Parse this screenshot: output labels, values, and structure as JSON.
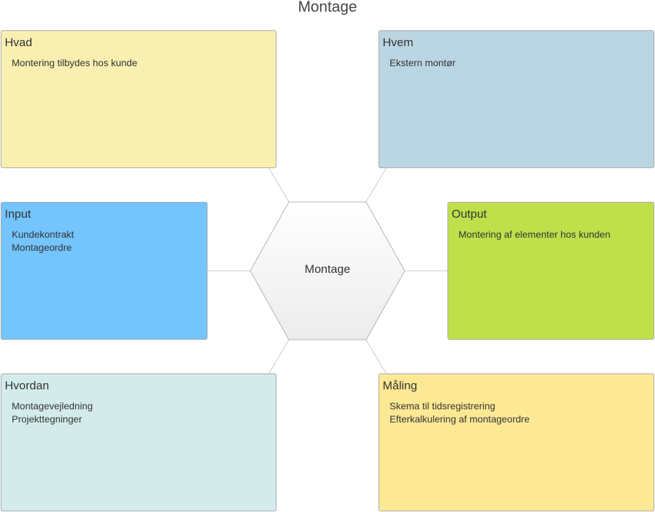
{
  "title": "Montage",
  "center": {
    "label": "Montage"
  },
  "boxes": {
    "hvad": {
      "heading": "Hvad",
      "items": [
        "Montering tilbydes hos kunde"
      ],
      "color": "#f8efb1"
    },
    "hvem": {
      "heading": "Hvem",
      "items": [
        "Ekstern montør"
      ],
      "color": "#bad6e2"
    },
    "input": {
      "heading": "Input",
      "items": [
        "Kundekontrakt",
        "Montageordre"
      ],
      "color": "#74c4fd"
    },
    "output": {
      "heading": "Output",
      "items": [
        "Montering af elementer hos kunden"
      ],
      "color": "#bfe04a"
    },
    "hvordan": {
      "heading": "Hvordan",
      "items": [
        "Montagevejledning",
        "Projekttegninger"
      ],
      "color": "#d3eceb"
    },
    "maaling": {
      "heading": "Måling",
      "items": [
        "Skema til tidsregistrering",
        "Efterkalkulering af montageordre"
      ],
      "color": "#fde994"
    }
  },
  "colors": {
    "connector": "#c8c8c8",
    "hex_border": "#b0b0b0"
  }
}
